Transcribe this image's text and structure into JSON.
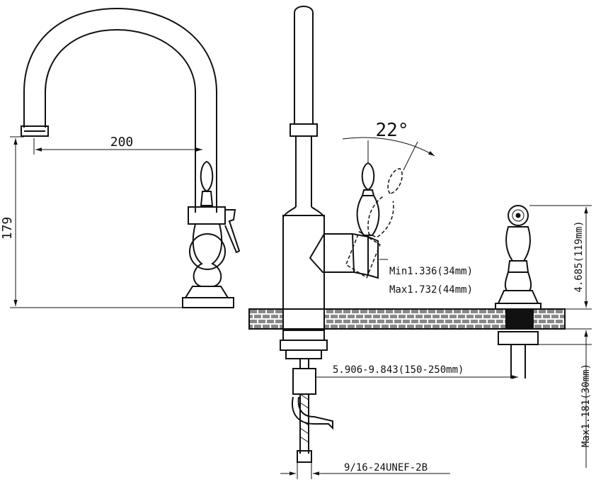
{
  "dims": {
    "spout_reach": "200",
    "spout_height": "179",
    "handle_angle": "22°",
    "deck_min": "Min1.336(34mm)",
    "deck_max": "Max1.732(44mm)",
    "sprayer_height": "4.685(119mm)",
    "center_distance": "5.906-9.843(150-250mm)",
    "thread": "9/16-24UNEF-2B",
    "shank_max": "Max1.181(30mm)"
  },
  "colors": {
    "line": "#111111",
    "background": "#ffffff"
  }
}
